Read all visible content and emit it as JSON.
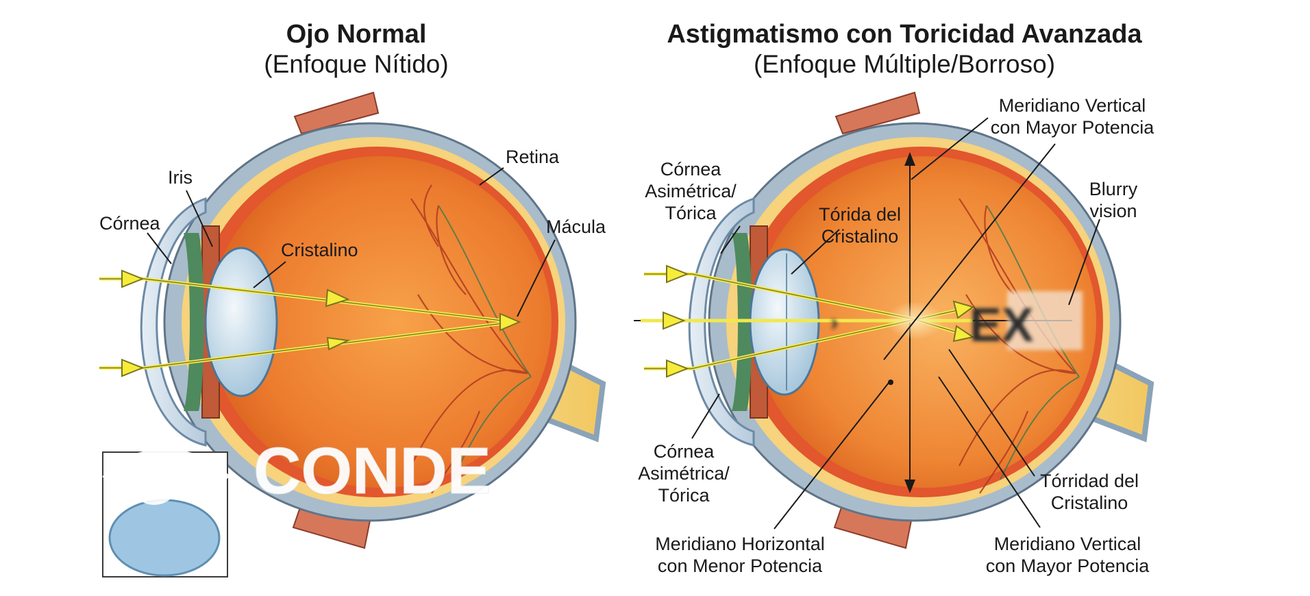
{
  "left_panel": {
    "title": "Ojo Normal",
    "subtitle": "(Enfoque Nítido)",
    "labels": {
      "iris": "Iris",
      "cornea": "Córnea",
      "cristalino": "Cristalino",
      "retina": "Retina",
      "macula": "Mácula"
    }
  },
  "right_panel": {
    "title": "Astigmatismo con Toricidad Avanzada",
    "subtitle": "(Enfoque Múltiple/Borroso)",
    "labels": {
      "meridiano_vertical_top_1": "Meridiano Vertical",
      "meridiano_vertical_top_2": "con Mayor Potencia",
      "cornea_top_1": "Córnea",
      "cornea_top_2": "Asimétrica/",
      "cornea_top_3": "Tórica",
      "toridad_1": "Tórida del",
      "toridad_2": "Cristalino",
      "blurry_1": "Blurry",
      "blurry_2": "vision",
      "cornea_bottom_1": "Córnea",
      "cornea_bottom_2": "Asimétrica/",
      "cornea_bottom_3": "Tórica",
      "torridad_1": "Tórridad del",
      "torridad_2": "Cristalino",
      "meridiano_horizontal_1": "Meridiano Horizontal",
      "meridiano_horizontal_2": "con Menor Potencia",
      "meridiano_vertical_bottom_1": "Meridiano Vertical",
      "meridiano_vertical_bottom_2": "con Mayor Potencia"
    },
    "blur_letters": "EX"
  },
  "watermark": {
    "text": "CONDE"
  }
}
